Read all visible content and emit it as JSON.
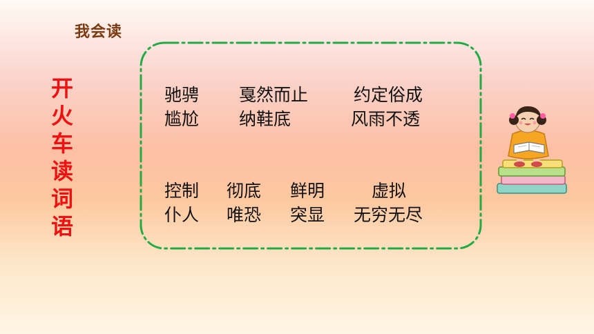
{
  "heading": "我会读",
  "side_title": [
    "开",
    "火",
    "车",
    "读",
    "词",
    "语"
  ],
  "group1": {
    "row1": [
      "驰骋",
      "戛然而止",
      "约定俗成"
    ],
    "row2": [
      "尴尬",
      "纳鞋底",
      "风雨不透"
    ]
  },
  "group2": {
    "row1": [
      "控制",
      "彻底",
      "鲜明",
      "虚拟"
    ],
    "row2": [
      "仆人",
      "唯恐",
      "突显",
      "无穷无尽"
    ]
  },
  "colors": {
    "heading": "#7a3b10",
    "side_title": "#ee1111",
    "frame_border": "#22aa44"
  },
  "icons": {
    "decoration": "girl-reading-books-icon"
  }
}
